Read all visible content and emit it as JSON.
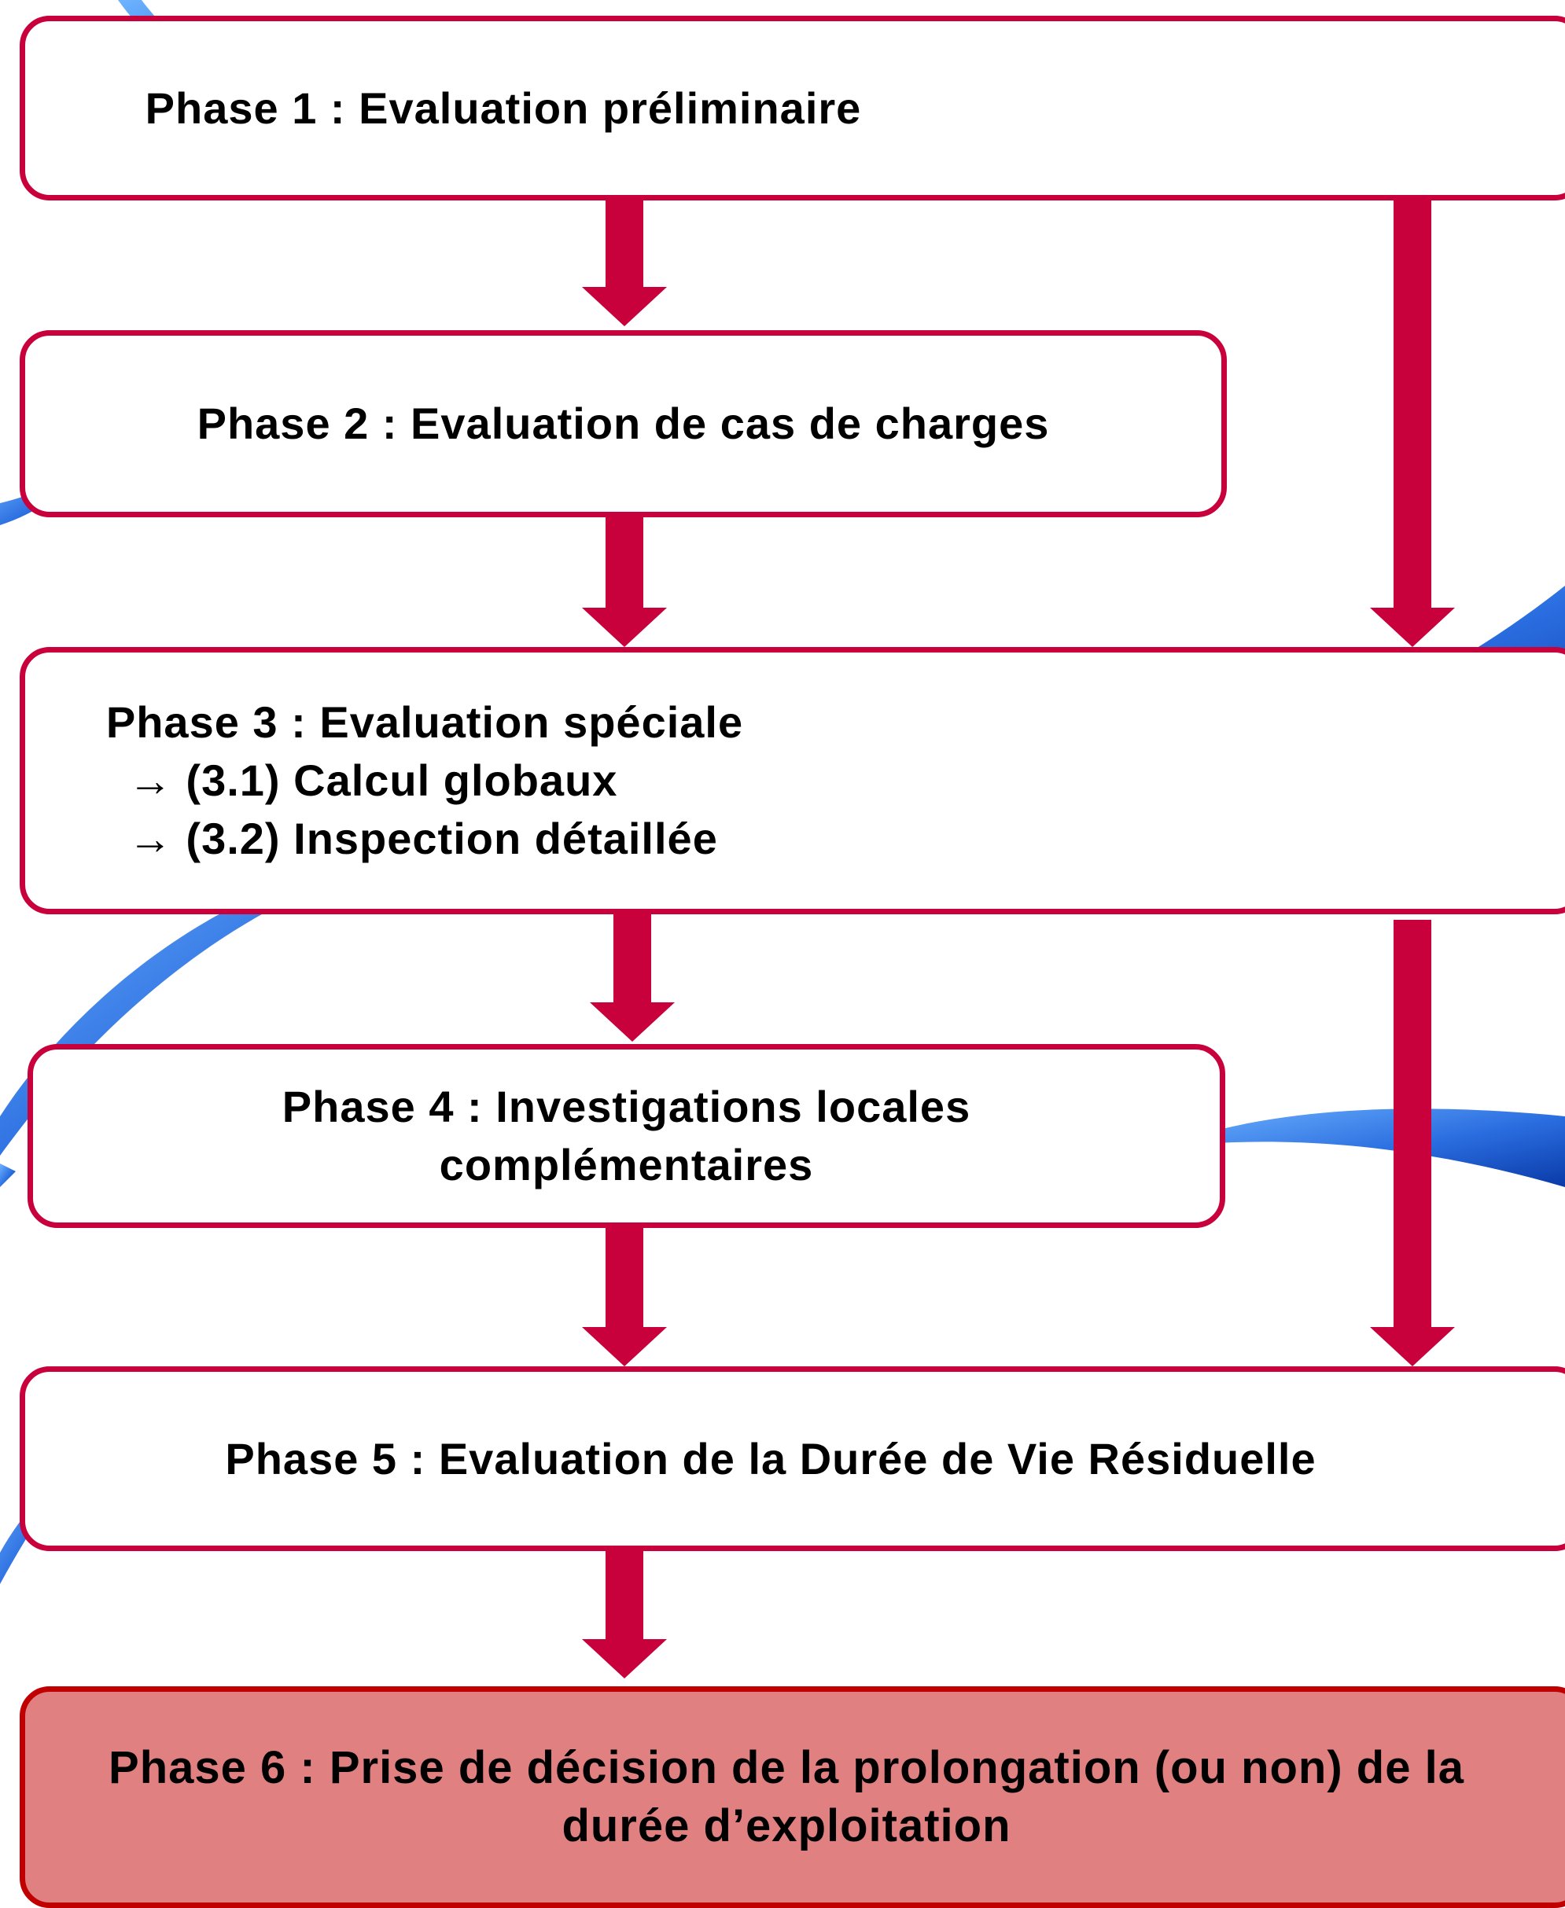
{
  "colors": {
    "box_border": "#c8003c",
    "arrow": "#c8003c",
    "decision_fill": "#e08080",
    "decision_border": "#c00000",
    "ribbon_light": "#6fb4ff",
    "ribbon_dark": "#0a3aa8"
  },
  "phases": [
    {
      "id": "phase1",
      "lines": [
        "Phase 1 : Evaluation préliminaire"
      ]
    },
    {
      "id": "phase2",
      "lines": [
        "Phase 2 : Evaluation de cas de charges"
      ]
    },
    {
      "id": "phase3",
      "lines": [
        "Phase 3 : Evaluation spéciale",
        "→ (3.1) Calcul globaux",
        "→ (3.2) Inspection détaillée"
      ]
    },
    {
      "id": "phase4",
      "lines": [
        "Phase 4 : Investigations locales",
        "complémentaires"
      ]
    },
    {
      "id": "phase5",
      "lines": [
        "Phase 5 : Evaluation de la Durée de Vie Résiduelle"
      ]
    },
    {
      "id": "phase6",
      "lines": [
        "Phase 6 : Prise de décision de la prolongation (ou non) de la",
        "durée d’exploitation"
      ]
    }
  ],
  "edges": [
    {
      "from": "phase1",
      "to": "phase2"
    },
    {
      "from": "phase1",
      "to": "phase3"
    },
    {
      "from": "phase2",
      "to": "phase3"
    },
    {
      "from": "phase3",
      "to": "phase4"
    },
    {
      "from": "phase3",
      "to": "phase5"
    },
    {
      "from": "phase4",
      "to": "phase5"
    },
    {
      "from": "phase5",
      "to": "phase6"
    }
  ]
}
